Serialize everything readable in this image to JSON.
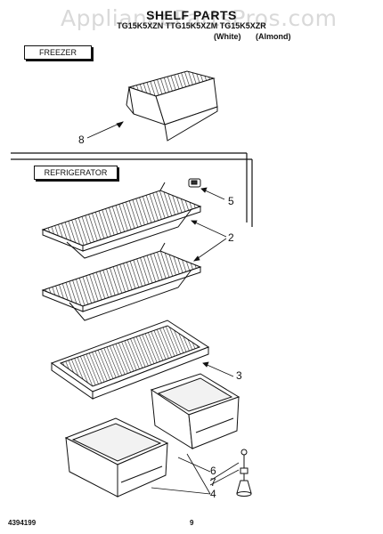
{
  "watermark": "AppliancePartsPros.com",
  "title": "SHELF PARTS",
  "subtitle": "TG15K5XZN TTG15K5XZM TG15K5XZR",
  "variants": [
    "(White)",
    "(Almond)"
  ],
  "sections": {
    "freezer": "FREEZER",
    "refrigerator": "REFRIGERATOR"
  },
  "callouts": [
    "8",
    "5",
    "2",
    "3",
    "6",
    "7",
    "4"
  ],
  "footer": {
    "doc_number": "4394199",
    "page_number": "9"
  }
}
